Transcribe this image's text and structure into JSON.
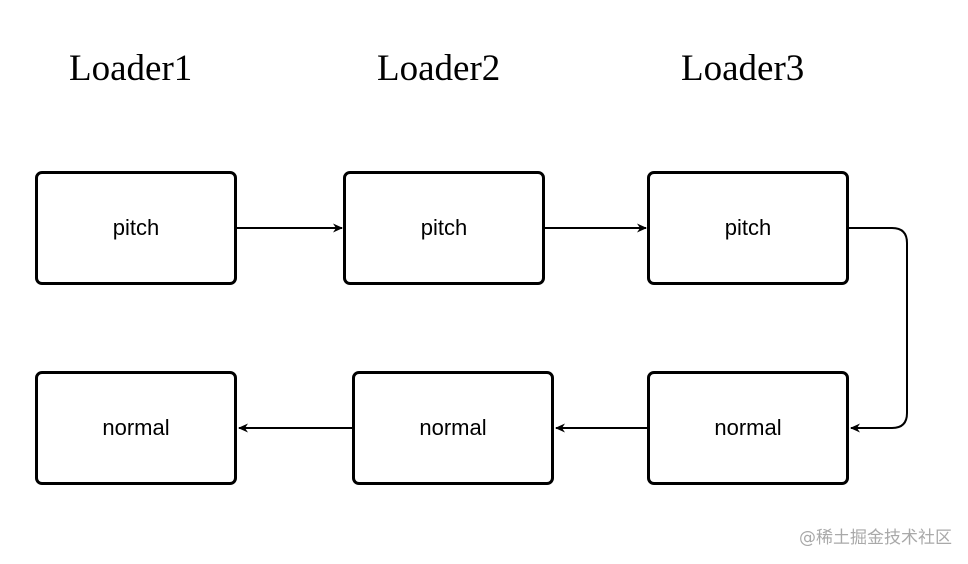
{
  "loaders": [
    {
      "title": "Loader1",
      "pitch_label": "pitch",
      "normal_label": "normal"
    },
    {
      "title": "Loader2",
      "pitch_label": "pitch",
      "normal_label": "normal"
    },
    {
      "title": "Loader3",
      "pitch_label": "pitch",
      "normal_label": "normal"
    }
  ],
  "flow": [
    {
      "from": "Loader1 pitch",
      "to": "Loader2 pitch"
    },
    {
      "from": "Loader2 pitch",
      "to": "Loader3 pitch"
    },
    {
      "from": "Loader3 pitch",
      "to": "Loader3 normal"
    },
    {
      "from": "Loader3 normal",
      "to": "Loader2 normal"
    },
    {
      "from": "Loader2 normal",
      "to": "Loader1 normal"
    }
  ],
  "watermark": "@稀土掘金技术社区",
  "colors": {
    "stroke": "#000000",
    "background": "#ffffff",
    "watermark": "#a9a9a9"
  }
}
